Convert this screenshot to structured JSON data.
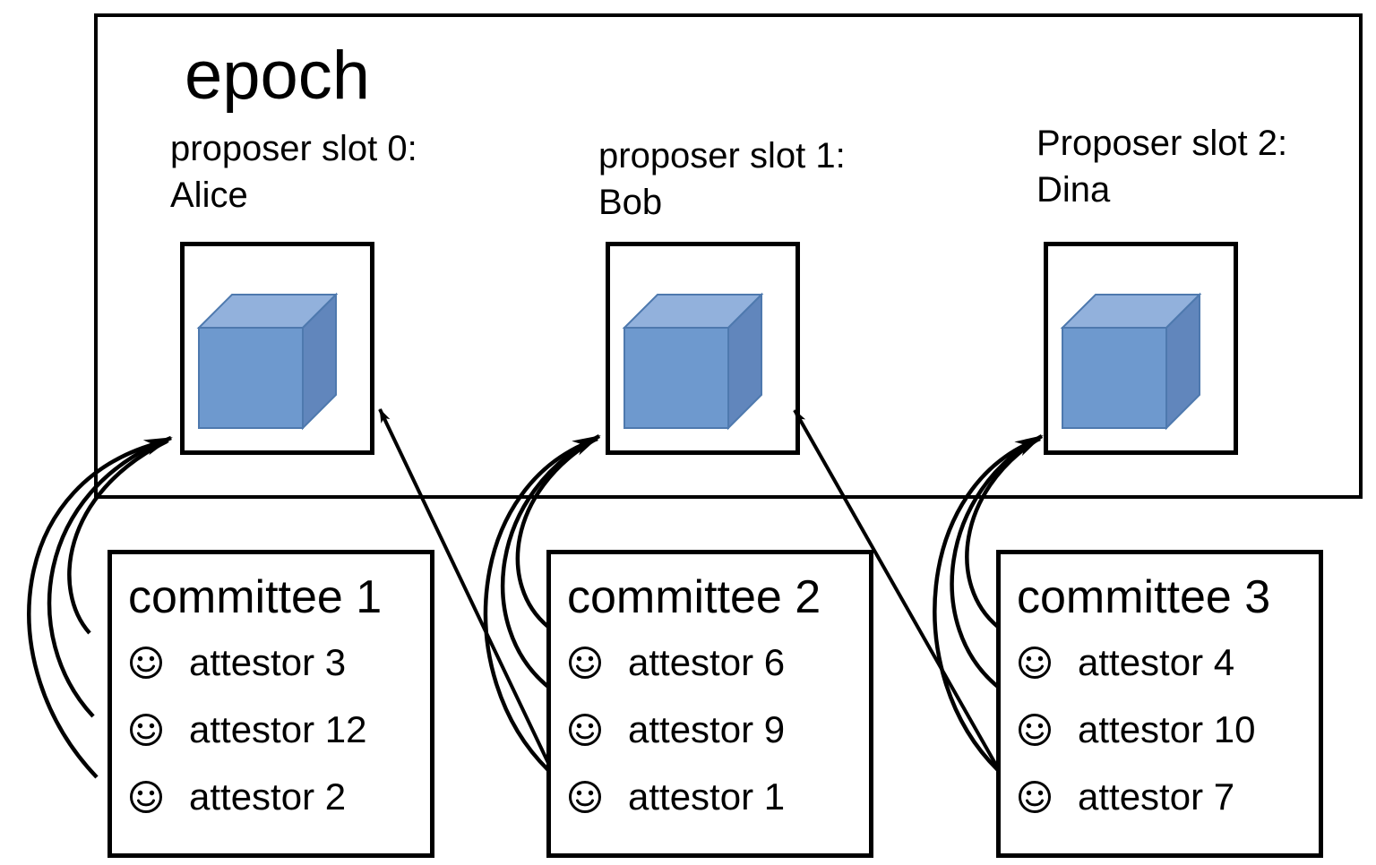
{
  "epoch": {
    "title": "epoch"
  },
  "slots": [
    {
      "label": "proposer slot 0:",
      "proposer": "Alice"
    },
    {
      "label": "proposer slot 1:",
      "proposer": "Bob"
    },
    {
      "label": "Proposer slot 2:",
      "proposer": "Dina"
    }
  ],
  "committees": [
    {
      "title": "committee 1",
      "attestors": [
        "attestor 3",
        "attestor 12",
        "attestor 2"
      ]
    },
    {
      "title": "committee 2",
      "attestors": [
        "attestor 6",
        "attestor 9",
        "attestor 1"
      ]
    },
    {
      "title": "committee 3",
      "attestors": [
        "attestor 4",
        "attestor 10",
        "attestor 7"
      ]
    }
  ],
  "icons": {
    "attestor_icon": "smiley-face",
    "block_icon": "3d-cube-block"
  },
  "colors": {
    "cube_top": "#92B1DC",
    "cube_front": "#6E99CE",
    "cube_side": "#6186BC",
    "cube_edge": "#4E79AE",
    "line": "#000000",
    "border": "#000000",
    "background": "#FFFFFF"
  }
}
